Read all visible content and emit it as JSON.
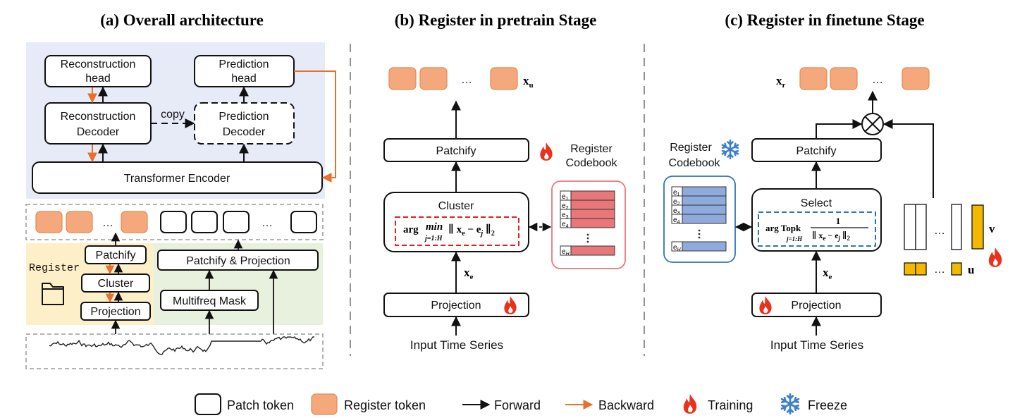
{
  "panels": {
    "a": {
      "title": "(a) Overall architecture",
      "reconstruction_head": [
        "Reconstruction",
        "head"
      ],
      "prediction_head": [
        "Prediction",
        "head"
      ],
      "reconstruction_decoder": [
        "Reconstruction",
        "Decoder"
      ],
      "prediction_decoder": [
        "Prediction",
        "Decoder"
      ],
      "copy": "copy",
      "encoder": "Transformer Encoder",
      "token_ellipsis": "…",
      "register_label": "Register",
      "patchify": "Patchify",
      "cluster": "Cluster",
      "projection": "Projection",
      "patchify_projection": "Patchify & Projection",
      "multifreq_mask": "Multifreq Mask"
    },
    "b": {
      "title": "(b) Register in pretrain Stage",
      "output_var": "x",
      "output_sub": "u",
      "ellipsis": "…",
      "patchify": "Patchify",
      "codebook": [
        "Register",
        "Codebook"
      ],
      "cluster": "Cluster",
      "formula_pre": "arg",
      "formula_op": "min",
      "formula_sub": "j=1:H",
      "formula_body": "∥ x",
      "formula_e": "e",
      "formula_minus": " − e",
      "formula_j": "j",
      "formula_close": " ∥",
      "formula_2": "2",
      "input_var": "x",
      "input_sub": "e",
      "projection": "Projection",
      "input": "Input Time Series",
      "codes": [
        "e",
        "e",
        "e",
        "e"
      ],
      "code_subs": [
        "1",
        "2",
        "3",
        "4"
      ],
      "code_last": "e",
      "code_last_sub": "H"
    },
    "c": {
      "title": "(c) Register in finetune Stage",
      "output_var": "x",
      "output_sub": "r",
      "ellipsis": "…",
      "patchify": "Patchify",
      "codebook": [
        "Register",
        "Codebook"
      ],
      "select": "Select",
      "formula_pre": "arg Topk",
      "formula_sub": "j=1:H",
      "formula_num": "1",
      "formula_den": "∥ x",
      "formula_e": "e",
      "formula_minus": " − e",
      "formula_j": "j",
      "formula_close": " ∥",
      "formula_2": "2",
      "input_var": "x",
      "input_sub": "e",
      "projection": "Projection",
      "input": "Input Time Series",
      "v_label": "v",
      "u_label": "u",
      "codes": [
        "e",
        "e",
        "e",
        "e"
      ],
      "code_subs": [
        "1",
        "2",
        "3",
        "4"
      ],
      "code_last": "e",
      "code_last_sub": "H"
    }
  },
  "legend": {
    "patch_token": "Patch token",
    "register_token": "Register token",
    "forward": "Forward",
    "backward": "Backward",
    "training": "Training",
    "freeze": "Freeze"
  },
  "colors": {
    "register_token": "#f4a87c",
    "backward_arrow": "#e8702a",
    "codebook_pretrain": "#e8777a",
    "codebook_finetune": "#8faadc",
    "dashed_red": "#e02020",
    "dashed_blue": "#2e75b6",
    "prompt_yellow": "#f5b800",
    "encoder_bg": "#e6ebf7",
    "register_bg": "#fdf0c8",
    "mask_bg": "#e8f0de",
    "flame": "#e8321c",
    "snowflake": "#3d7fc9"
  }
}
